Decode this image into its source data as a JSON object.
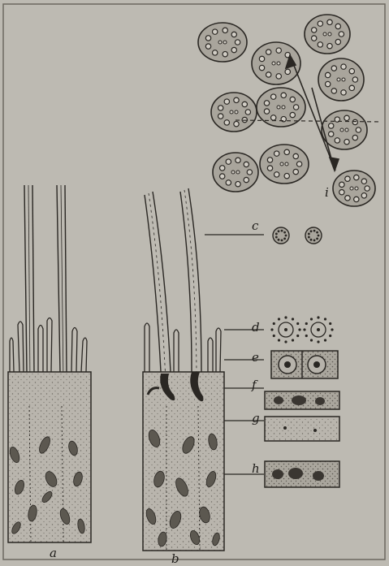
{
  "figure": {
    "background": "#bdbab2",
    "ink": "#2a2723",
    "cell_fill": "#a9a59c",
    "labels": {
      "a": "a",
      "b": "b",
      "c": "c",
      "d": "d",
      "e": "e",
      "f": "f",
      "g": "g",
      "h": "h",
      "i": "i"
    }
  }
}
